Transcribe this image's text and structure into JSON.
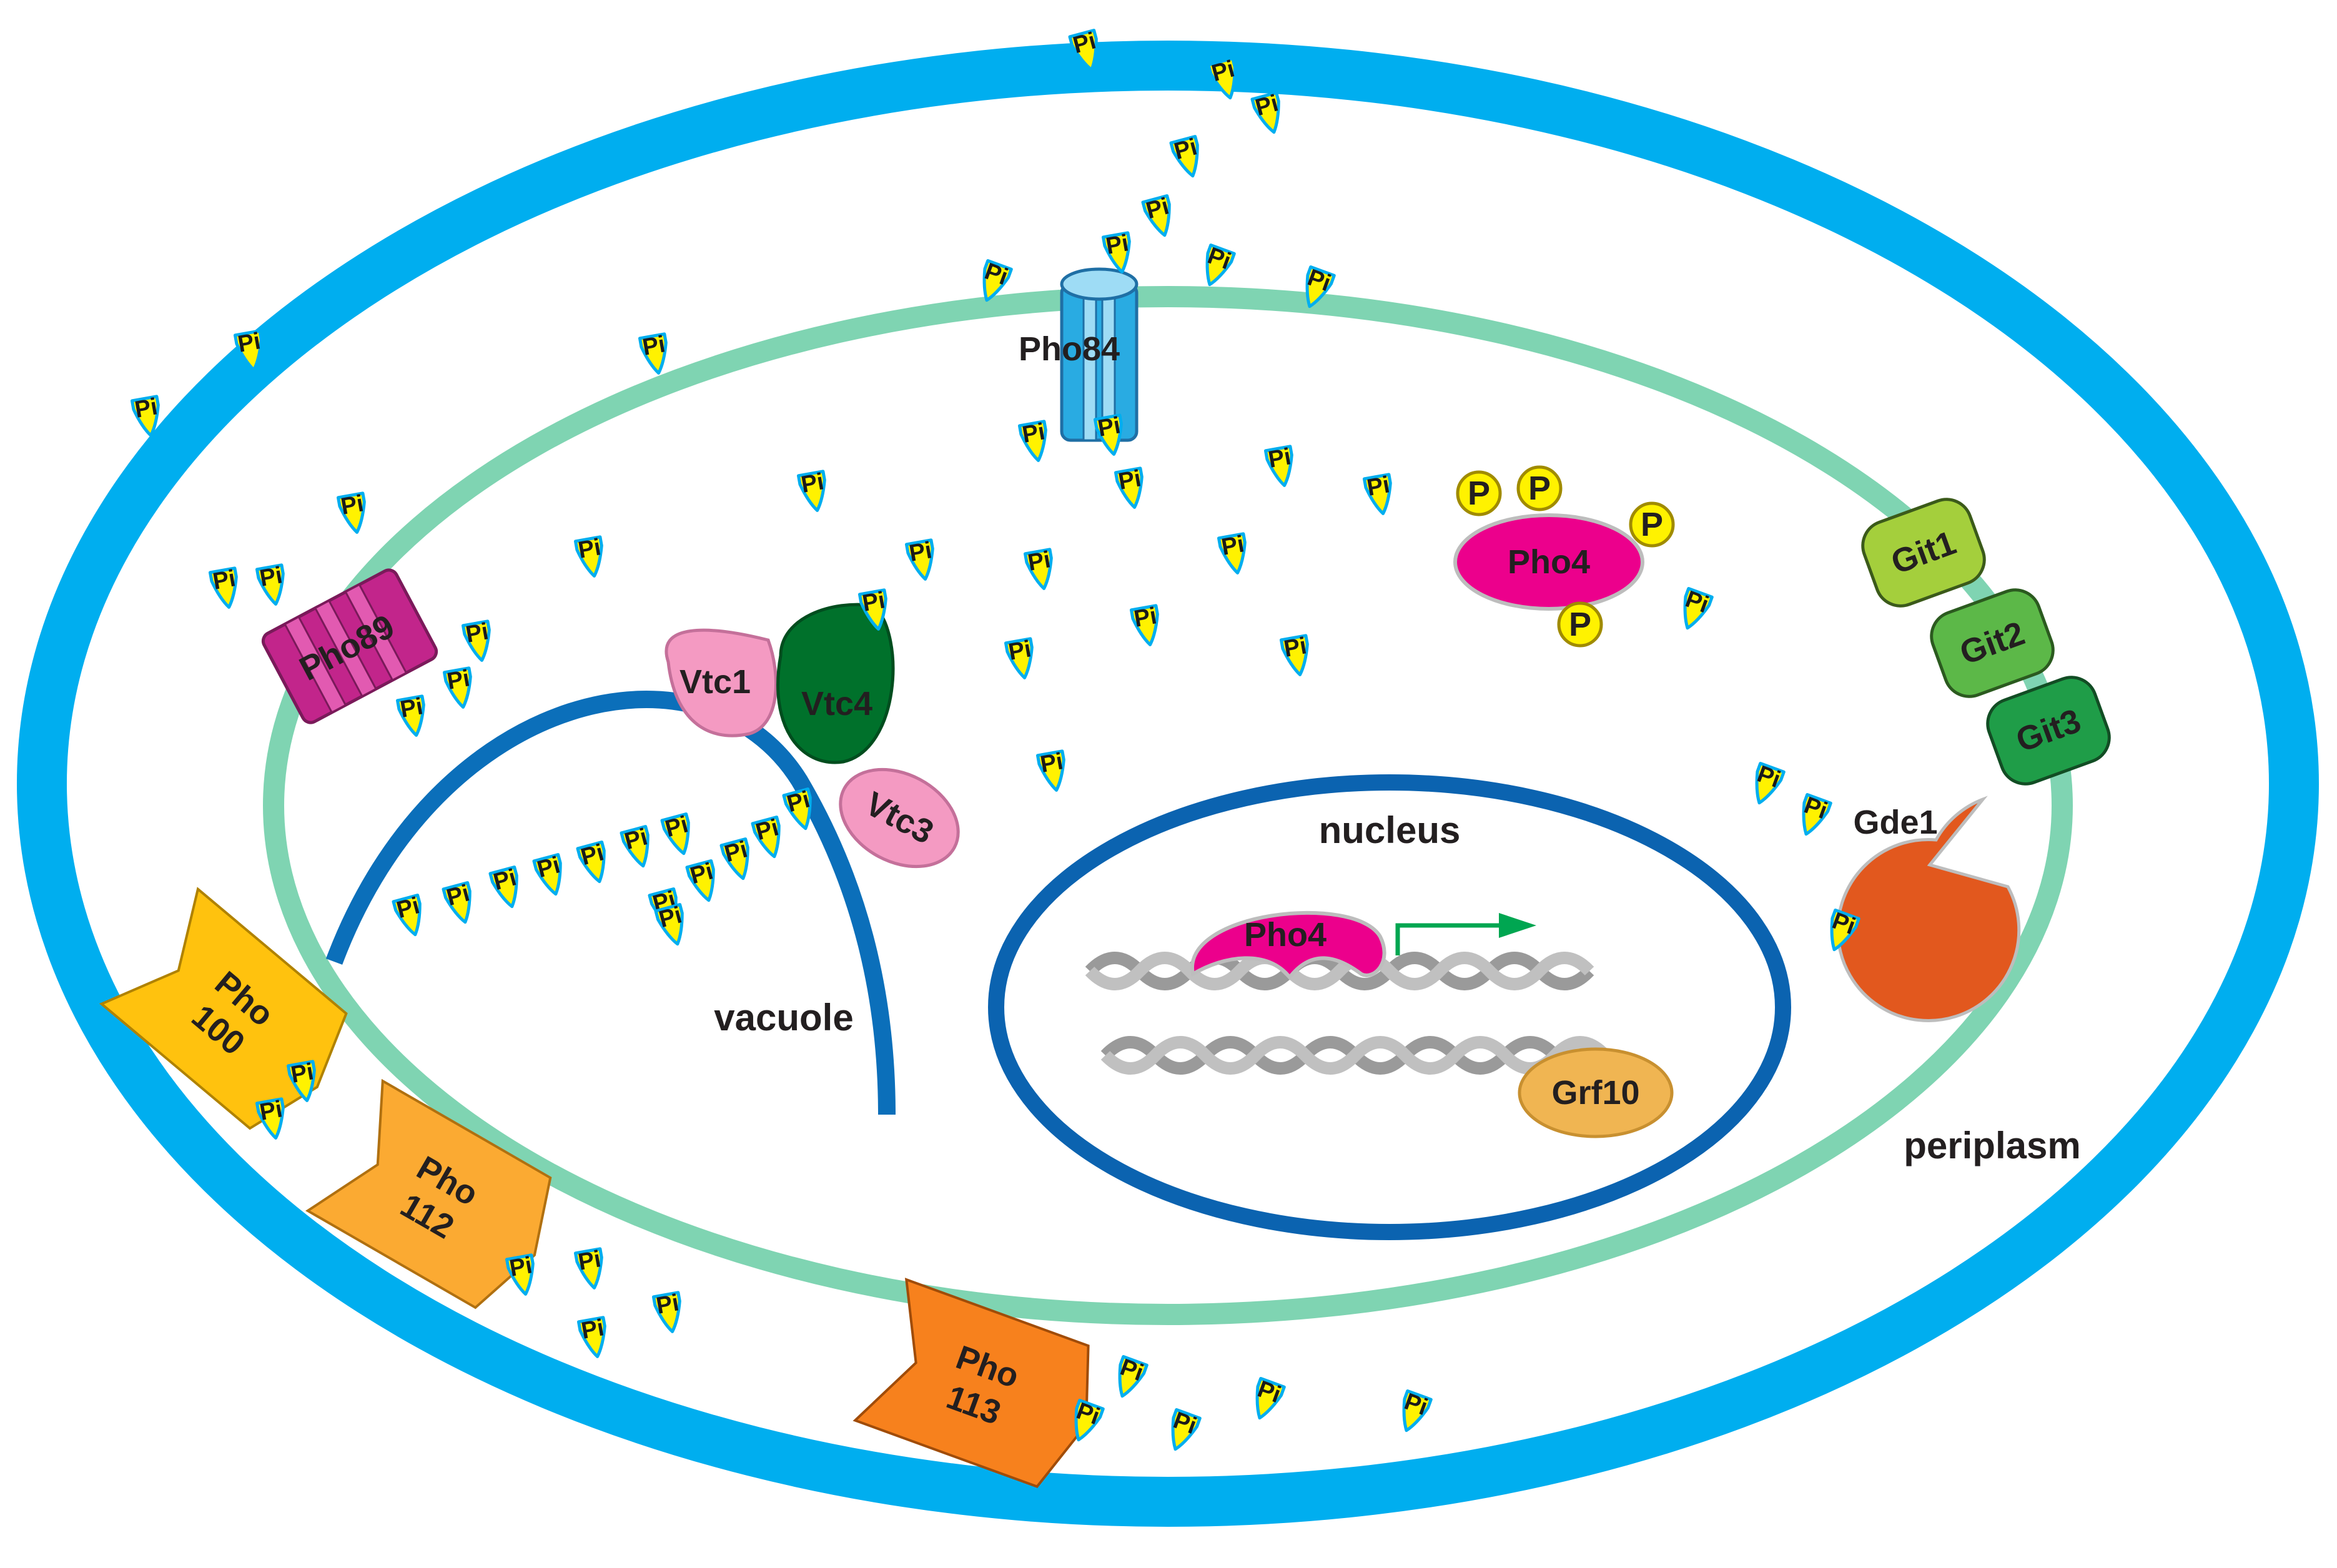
{
  "labels": {
    "pho84": "Pho84",
    "pho89": "Pho89",
    "vtc1": "Vtc1",
    "vtc4": "Vtc4",
    "vtc3": "Vtc3",
    "pho4_cyto": "Pho4",
    "pho4_nuc": "Pho4",
    "p": "P",
    "git1": "Git1",
    "git2": "Git2",
    "git3": "Git3",
    "gde1": "Gde1",
    "nucleus": "nucleus",
    "vacuole": "vacuole",
    "periplasm": "periplasm",
    "grf10": "Grf10",
    "pho100": [
      "Pho",
      "100"
    ],
    "pho112": [
      "Pho",
      "112"
    ],
    "pho113": [
      "Pho",
      "113"
    ],
    "pi": "Pi"
  },
  "colors": {
    "cell_wall": "#00aeef",
    "plasma_membrane": "#7fd4b2",
    "vacuole_membrane": "#0072bc",
    "nucleus_membrane": "#0b63b0",
    "pi_body": "#fff200",
    "pi_outline": "#00aeef",
    "pho4": "#ec008c",
    "p_circle": "#fff200",
    "vtc1": "#f49ac2",
    "vtc3": "#f49ac2",
    "vtc4": "#00712b",
    "pho84": "#29abe2",
    "pho89": "#c2258b",
    "git1": "#a4cf3c",
    "git2": "#5cb848",
    "git3": "#1f9d48",
    "gde1": "#e2581e",
    "grf10": "#f0b552",
    "pho100": "#ffc20e",
    "pho112": "#fbaa32",
    "pho113": "#f7811d",
    "dna": "#9a9a9a",
    "arrow": "#00a651"
  },
  "icons": [
    "pi-molecule-icon",
    "transcription-arrow-icon",
    "dna-helix-icon"
  ]
}
